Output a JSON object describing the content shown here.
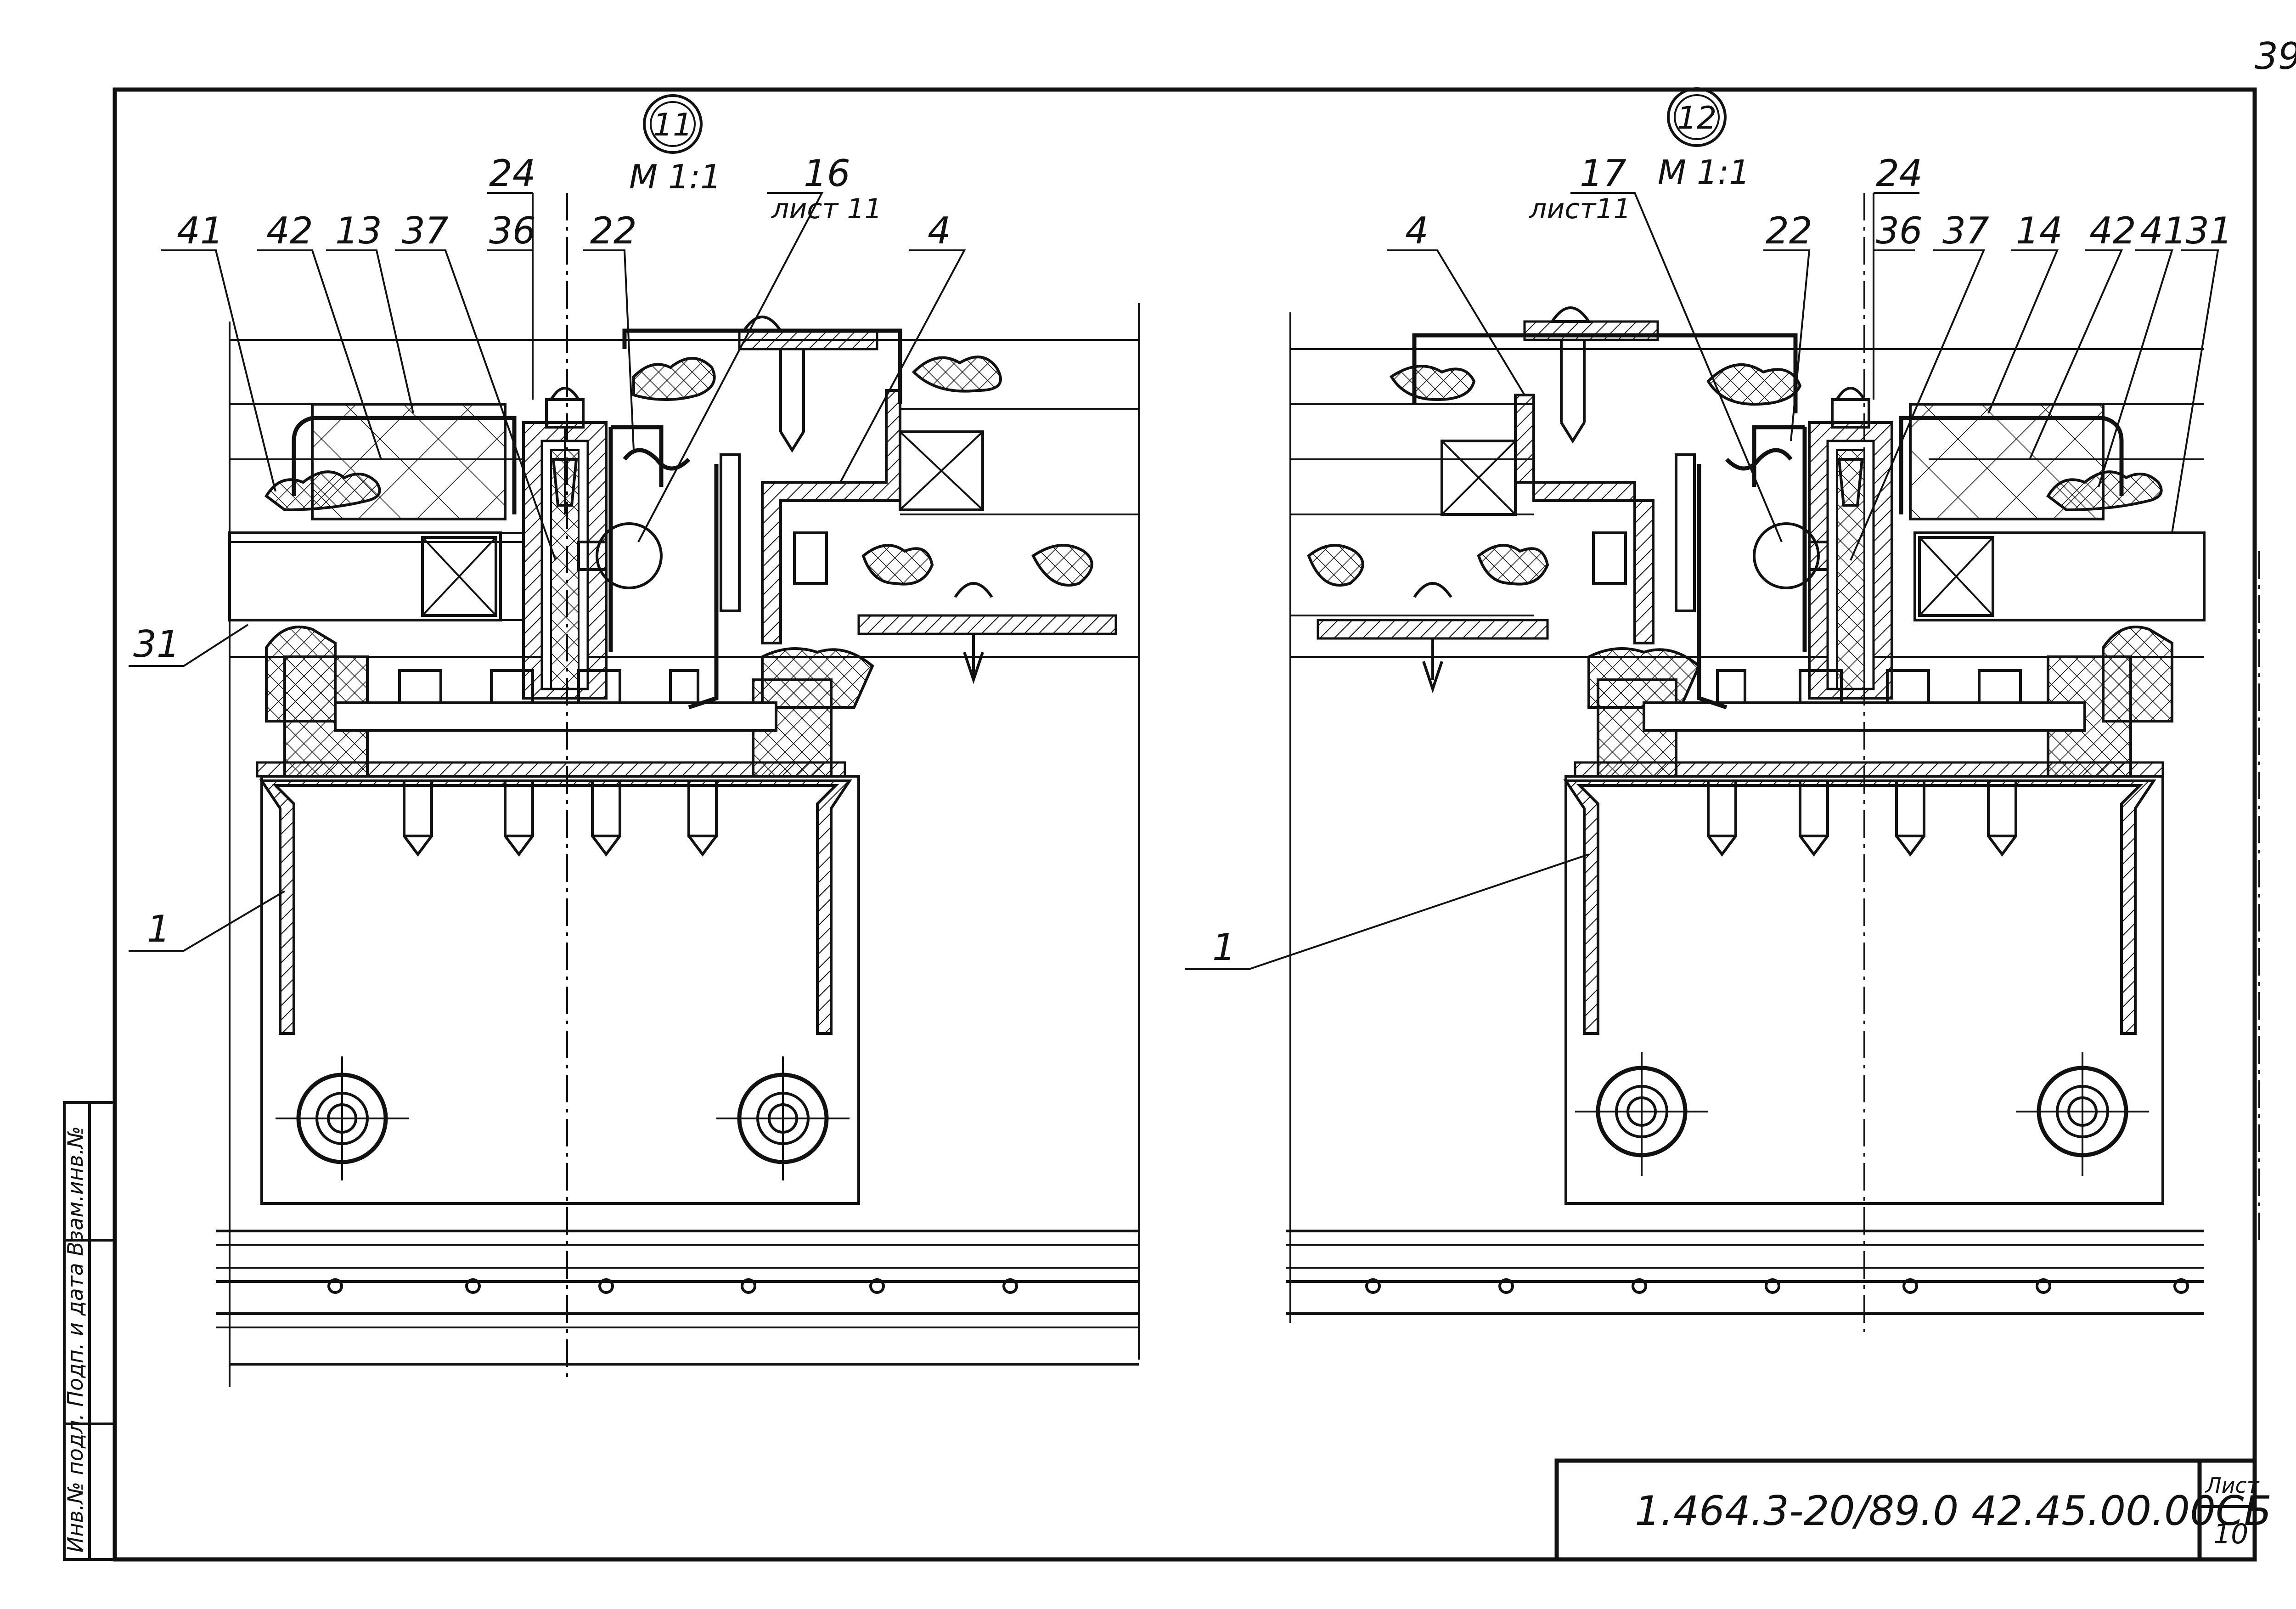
{
  "sheet": {
    "page_number": "39",
    "designation": "1.464.3-20/89.0  42.45.00.00СБ",
    "sheet_label": "Лист",
    "sheet_number": "10",
    "side_stamp": "Инв.№ подл.  Подп. и дата  Взам.инв.№"
  },
  "detail_11": {
    "marker": "11",
    "scale": "М 1:1",
    "callouts": {
      "c41": "41",
      "c42": "42",
      "c13": "13",
      "c37": "37",
      "c24": "24",
      "c36": "36",
      "c22": "22",
      "c16": "16",
      "c16_ref": "лист 11",
      "c4": "4",
      "c31": "31",
      "c1": "1"
    }
  },
  "detail_12": {
    "marker": "12",
    "scale": "М 1:1",
    "callouts": {
      "c4": "4",
      "c17": "17",
      "c17_ref": "лист11",
      "c22": "22",
      "c24": "24",
      "c36": "36",
      "c37": "37",
      "c14": "14",
      "c42": "42",
      "c41": "41",
      "c31": "31",
      "c1": "1"
    }
  },
  "colors": {
    "ink": "#111111",
    "paper": "#ffffff"
  }
}
